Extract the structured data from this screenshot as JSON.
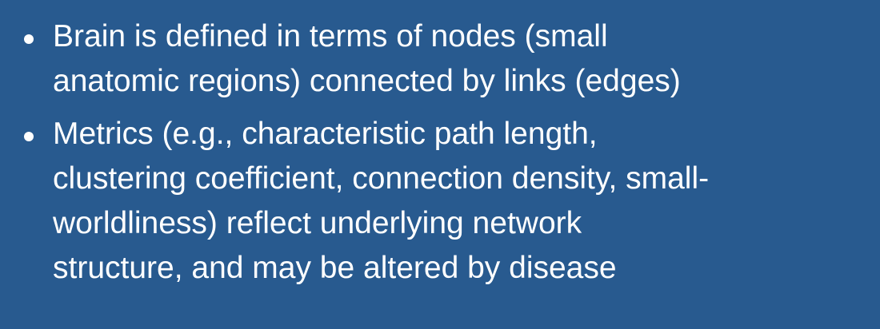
{
  "slide": {
    "bullets": [
      {
        "lines": [
          "Brain is defined in terms of nodes (small",
          "anatomic regions) connected by links (edges)"
        ]
      },
      {
        "lines": [
          "Metrics (e.g., characteristic path length,",
          "clustering coefficient, connection density, small-",
          "worldliness) reflect underlying network",
          "structure, and may be altered by disease"
        ]
      }
    ]
  },
  "colors": {
    "background": "#285a8f",
    "text": "#ffffff"
  }
}
